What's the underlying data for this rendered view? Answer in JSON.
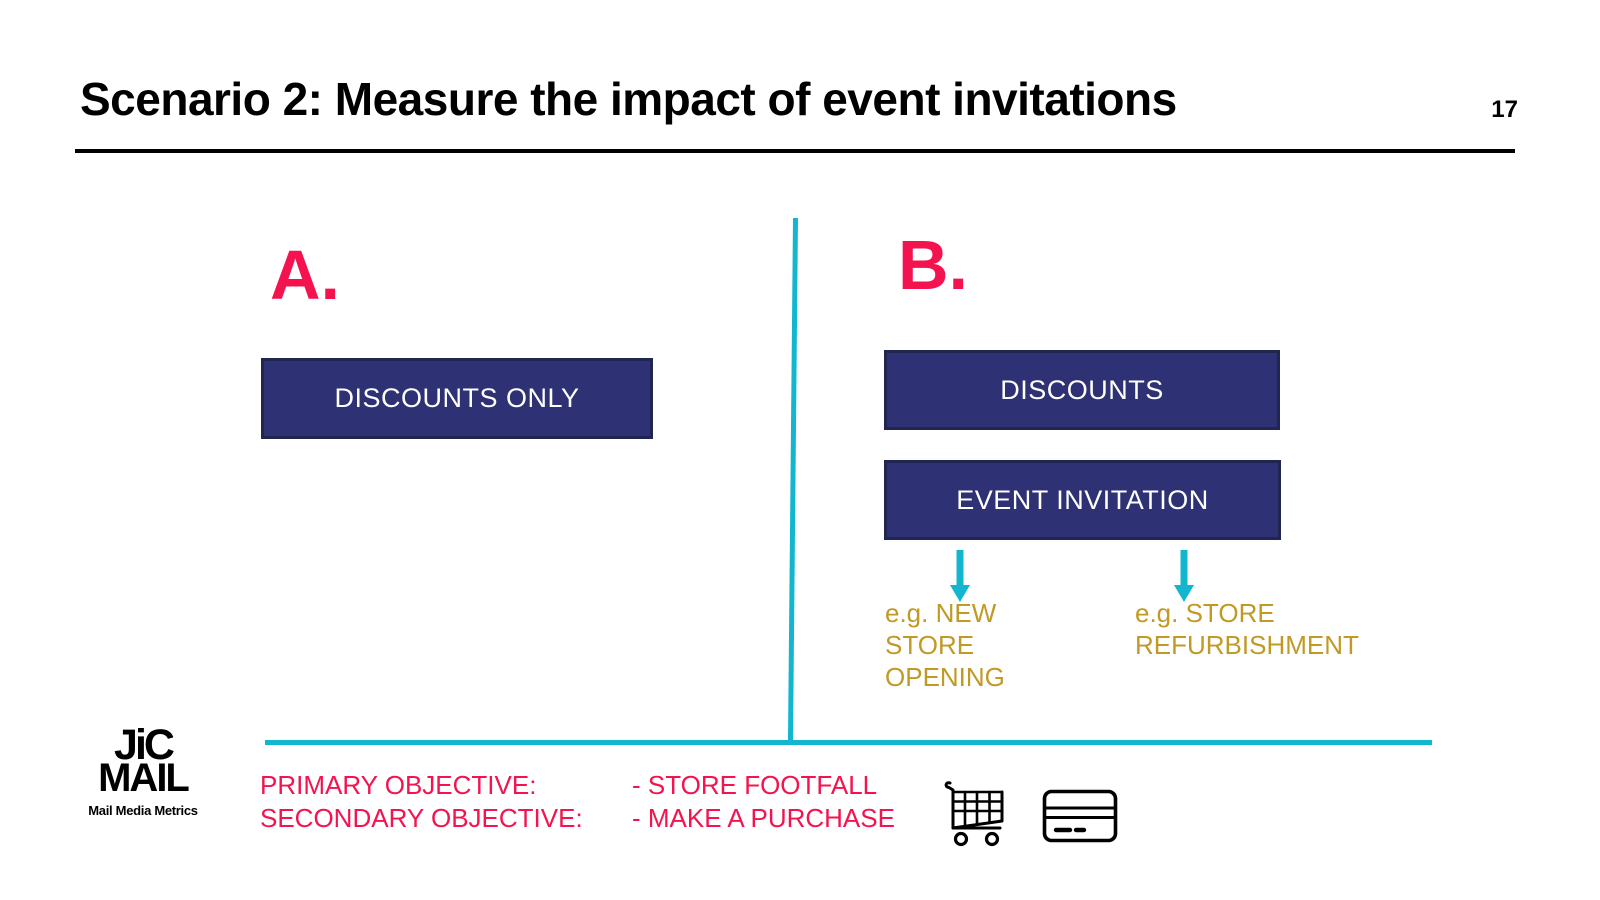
{
  "slide": {
    "title": "Scenario 2: Measure the impact of event invitations",
    "page_number": "17"
  },
  "colors": {
    "pink": "#F5134F",
    "navy": "#2E3274",
    "navy_border": "#20264F",
    "cyan": "#12B7CF",
    "gold": "#C19A26",
    "black": "#000000",
    "white": "#FFFFFF"
  },
  "section_a": {
    "label": "A.",
    "box_label": "DISCOUNTS ONLY"
  },
  "section_b": {
    "label": "B.",
    "box1_label": "DISCOUNTS",
    "box2_label": "EVENT INVITATION",
    "examples": [
      {
        "icon": "down-arrow-icon",
        "lines": [
          "e.g. NEW",
          "STORE",
          "OPENING"
        ]
      },
      {
        "icon": "down-arrow-icon",
        "lines": [
          "e.g. STORE",
          "REFURBISHMENT"
        ]
      }
    ]
  },
  "footer": {
    "logo": {
      "line1": "JiC",
      "line2": "MAIL",
      "tagline": "Mail Media Metrics"
    },
    "objectives": [
      {
        "label": "PRIMARY OBJECTIVE:",
        "value": "- STORE FOOTFALL"
      },
      {
        "label": "SECONDARY OBJECTIVE:",
        "value": "- MAKE A PURCHASE"
      }
    ],
    "icons": [
      "shopping-cart-icon",
      "credit-card-icon"
    ]
  }
}
